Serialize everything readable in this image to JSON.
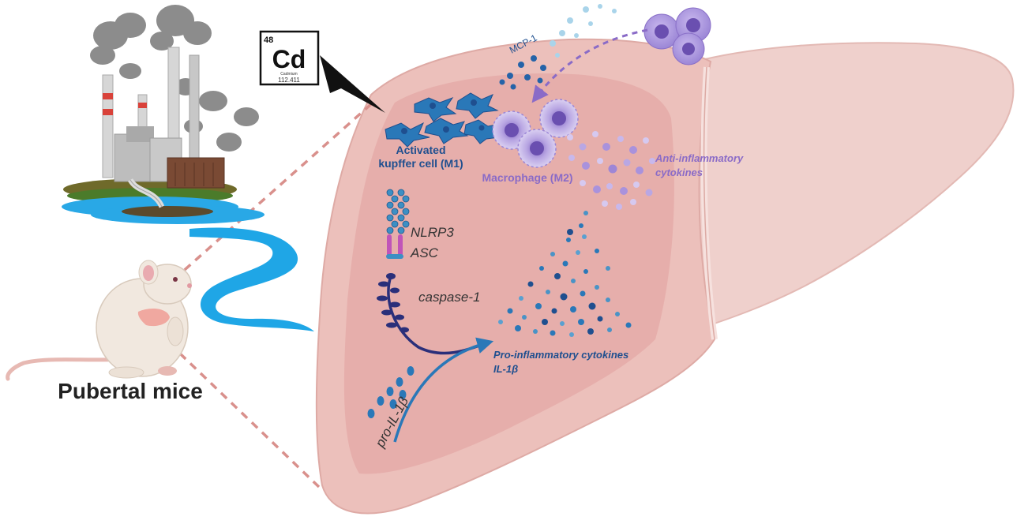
{
  "element": {
    "atomic_number": "48",
    "symbol": "Cd",
    "name": "Cadmium",
    "mass": "112.411"
  },
  "labels": {
    "mcp1": "MCP-1",
    "kupffer_line1": "Activated",
    "kupffer_line2": "kupffer cell (M1)",
    "macrophage": "Macrophage (M2)",
    "anti_line1": "Anti-inflammatory",
    "anti_line2": "cytokines",
    "nlrp3": "NLRP3",
    "asc": "ASC",
    "caspase": "caspase-1",
    "pro_line1": "Pro-inflammatory cytokines",
    "pro_line2": "IL-1β",
    "pro_il": "pro-IL-1β",
    "mice": "Pubertal mice"
  },
  "colors": {
    "liver_outer": "#ecc0bb",
    "liver_inner": "#e5aaa8",
    "liver_right": "#efd0cc",
    "blue_dark": "#1f4f8f",
    "blue_mid": "#2a78b8",
    "purple": "#8a6bc7",
    "purple_light": "#b9a7e3",
    "navy": "#2a2f7a",
    "magenta": "#b04fb8",
    "water": "#1fa6e6"
  }
}
